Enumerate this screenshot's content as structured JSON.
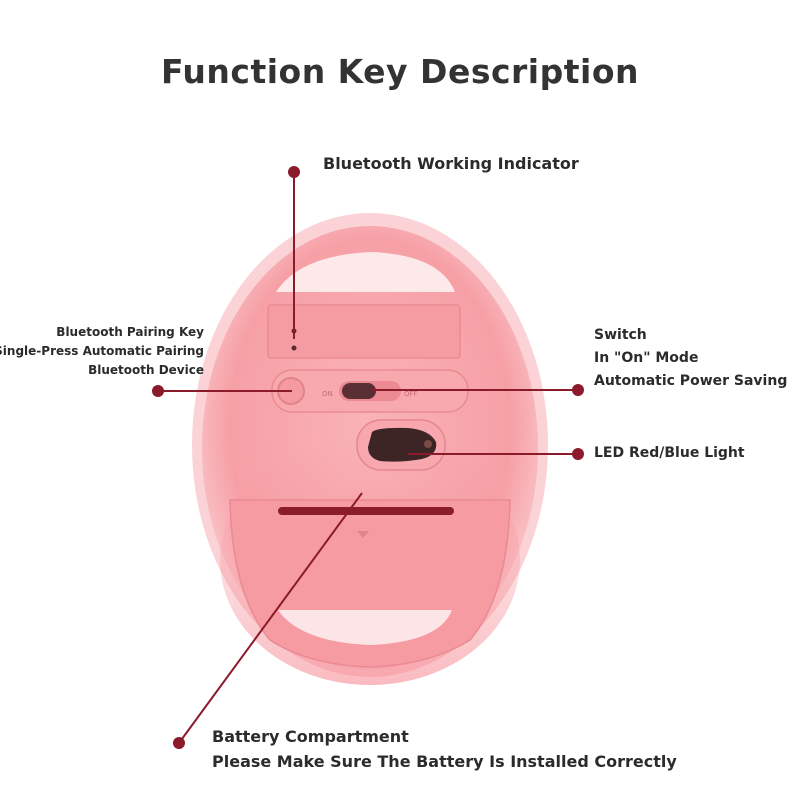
{
  "title": "Function Key Description",
  "callouts": {
    "bluetooth_indicator": "Bluetooth Working Indicator",
    "pairing_key": {
      "line1": "Bluetooth Pairing Key",
      "line2": "Single-Press Automatic Pairing",
      "line3": "Bluetooth Device"
    },
    "switch": {
      "line1": "Switch",
      "line2": "In \"On\" Mode",
      "line3": "Automatic Power Saving"
    },
    "led": "LED Red/Blue Light",
    "battery": {
      "line1": "Battery Compartment",
      "line2": "Please Make Sure The Battery Is Installed Correctly"
    }
  },
  "switch_marks": {
    "on": "ON",
    "off": "OFF"
  },
  "colors": {
    "accent": "#8b1a2b",
    "mouse_body": "#f6a3a8",
    "mouse_glow": "#fbd0d3",
    "text": "#2b2b2b"
  }
}
